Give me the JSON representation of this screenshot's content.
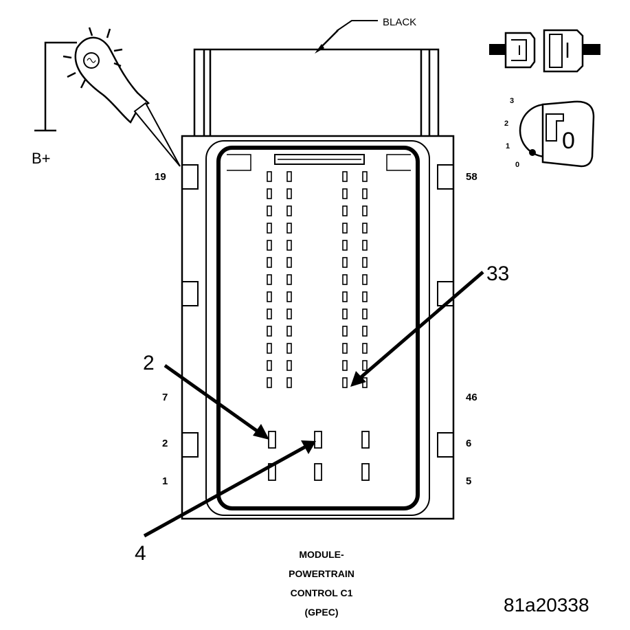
{
  "connector": {
    "wire_color": "BLACK",
    "caption_lines": [
      "MODULE-",
      "POWERTRAIN",
      "CONTROL C1",
      "(GPEC)"
    ],
    "figure_id": "81a20338",
    "pin_labels_left": [
      "19",
      "7",
      "2",
      "1"
    ],
    "pin_labels_right": [
      "58",
      "46",
      "6",
      "5"
    ],
    "callouts": [
      "2",
      "33",
      "4"
    ]
  },
  "test_light": {
    "power_label": "B+"
  },
  "ignition": {
    "positions": [
      "3",
      "2",
      "1",
      "0"
    ],
    "key_position": "0",
    "key_glyph": "0"
  },
  "icons": [
    "test-light-icon",
    "ignition-key-icon",
    "connector-disconnected-icon"
  ]
}
